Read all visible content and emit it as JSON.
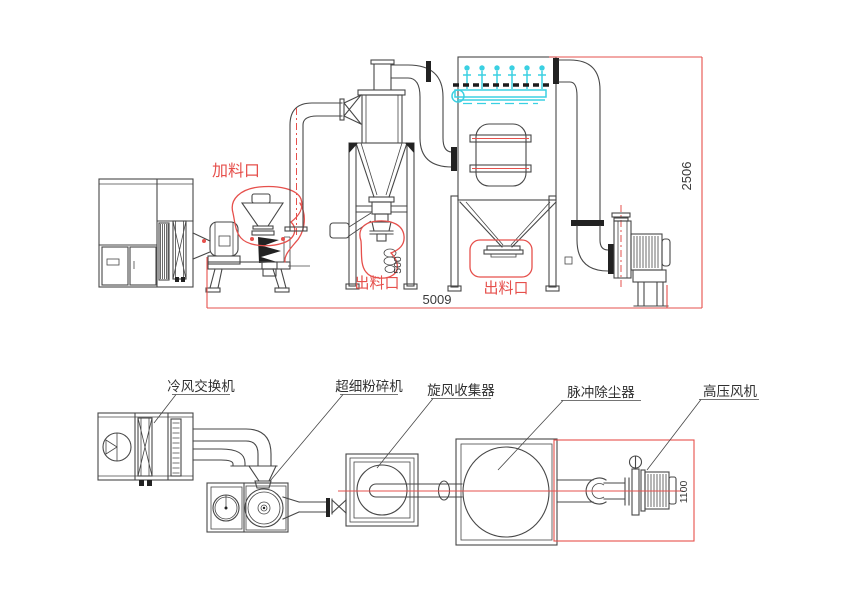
{
  "colors": {
    "line": "#474747",
    "annotation_red": "#e6504c",
    "pulse_cyan": "#3bd0e2",
    "dimension_text": "#3a3a3a",
    "background": "#ffffff"
  },
  "elevation_view": {
    "annotations": {
      "feed_inlet": "加料口",
      "cyclone_outlet": "出料口",
      "collector_outlet": "出料口"
    },
    "dimensions": {
      "overall_height": "2506",
      "cyclone_discharge": "500",
      "overall_length": "5009"
    }
  },
  "plan_view": {
    "labels": {
      "cold_air_exchanger": "冷风交换机",
      "pulverizer": "超细粉碎机",
      "cyclone_collector": "旋风收集器",
      "pulse_dust_collector": "脉冲除尘器",
      "high_pressure_fan": "高压风机"
    },
    "dimensions": {
      "fan_section": "1100"
    }
  }
}
